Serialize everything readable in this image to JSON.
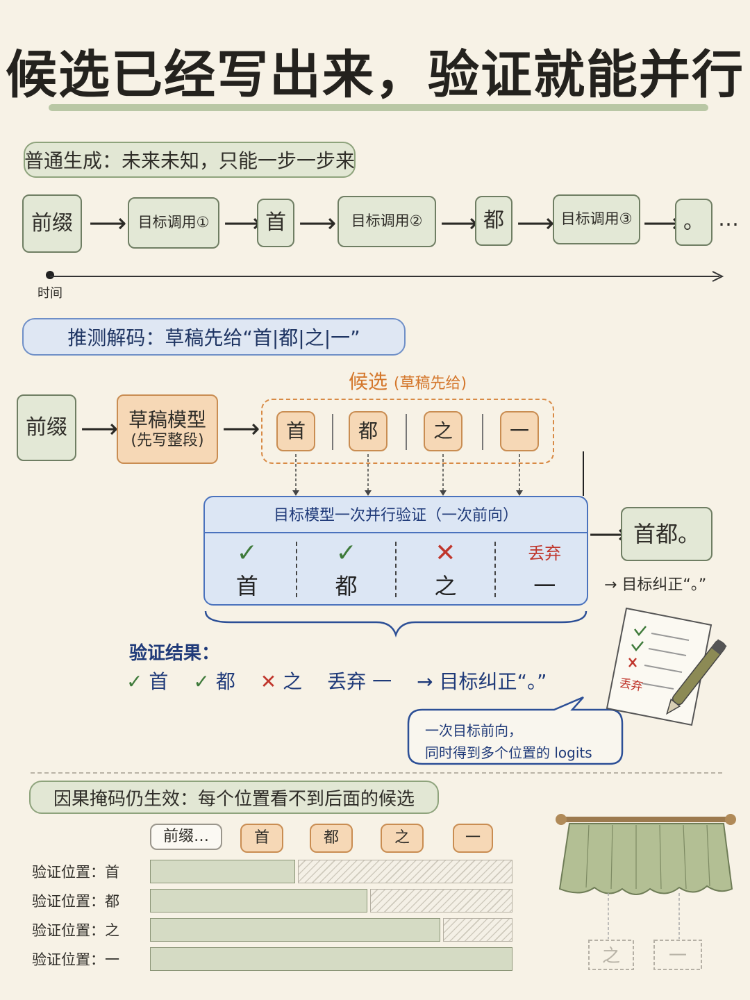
{
  "title": "候选已经写出来，验证就能并行",
  "section1": {
    "label": "普通生成：未来未知，只能一步一步来",
    "nodes": [
      "前缀",
      "目标调用①",
      "首",
      "目标调用②",
      "都",
      "目标调用③",
      "。"
    ],
    "ellipsis": "…",
    "time_label": "时间"
  },
  "section2": {
    "label": "推测解码：草稿先给“首|都|之|一”",
    "candidates_label": "候选",
    "candidates_sub": "(草稿先给)",
    "prefix": "前缀",
    "draft_model": "草稿模型",
    "draft_model_sub": "(先写整段)",
    "candidates": [
      "首",
      "都",
      "之",
      "一"
    ],
    "verify_title": "目标模型一次并行验证（一次前向）",
    "verify_marks": [
      "✓",
      "✓",
      "✕",
      "丢弃"
    ],
    "verify_chars": [
      "首",
      "都",
      "之",
      "一"
    ],
    "output": "首都。",
    "output_note": "→ 目标纠正“。”",
    "result_title": "验证结果：",
    "result_items": [
      {
        "mark": "✓",
        "char": "首"
      },
      {
        "mark": "✓",
        "char": "都"
      },
      {
        "mark": "✕",
        "char": "之"
      },
      {
        "mark": "丢弃",
        "char": "一"
      }
    ],
    "result_tail": "→ 目标纠正“。”",
    "bubble_line1": "一次目标前向，",
    "bubble_line2": "同时得到多个位置的 logits",
    "clipboard_discard": "丢弃"
  },
  "section3": {
    "label": "因果掩码仍生效：每个位置看不到后面的候选",
    "header": [
      "前缀…",
      "首",
      "都",
      "之",
      "一"
    ],
    "rows": [
      {
        "label": "验证位置：首",
        "visible": 0.4
      },
      {
        "label": "验证位置：都",
        "visible": 0.6
      },
      {
        "label": "验证位置：之",
        "visible": 0.8
      },
      {
        "label": "验证位置：一",
        "visible": 1.0
      }
    ],
    "curtain_hidden": [
      "之",
      "一"
    ]
  },
  "colors": {
    "green_fill": "#e3e8d6",
    "orange_fill": "#f6d8b6",
    "blue_fill": "#dce6f4",
    "check": "#3e7a3a",
    "cross": "#c0362c"
  }
}
